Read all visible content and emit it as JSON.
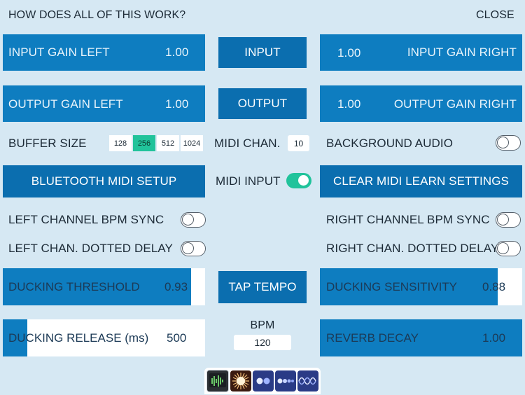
{
  "header": {
    "title": "HOW DOES ALL OF THIS WORK?",
    "close_label": "CLOSE"
  },
  "gain": {
    "input_left": {
      "label": "INPUT GAIN LEFT",
      "value": "1.00"
    },
    "input_button": "INPUT",
    "input_right": {
      "label": "INPUT GAIN RIGHT",
      "value": "1.00"
    },
    "output_left": {
      "label": "OUTPUT GAIN LEFT",
      "value": "1.00"
    },
    "output_button": "OUTPUT",
    "output_right": {
      "label": "OUTPUT GAIN RIGHT",
      "value": "1.00"
    }
  },
  "buffer": {
    "label": "BUFFER SIZE",
    "options": [
      "128",
      "256",
      "512",
      "1024"
    ],
    "selected": "256"
  },
  "midi": {
    "channel_label": "MIDI CHAN.",
    "channel_value": "10",
    "input_label": "MIDI INPUT",
    "input_on": true
  },
  "background_audio": {
    "label": "BACKGROUND AUDIO",
    "on": false
  },
  "bluetooth_button": "BLUETOOTH MIDI SETUP",
  "clear_button": "CLEAR MIDI LEARN SETTINGS",
  "sync": {
    "left_bpm": "LEFT CHANNEL BPM SYNC",
    "right_bpm": "RIGHT CHANNEL BPM SYNC",
    "left_dotted": "LEFT CHAN. DOTTED DELAY",
    "right_dotted": "RIGHT CHAN. DOTTED DELAY"
  },
  "ducking": {
    "threshold": {
      "label": "DUCKING THRESHOLD",
      "value": "0.93",
      "level": 0.93
    },
    "sensitivity": {
      "label": "DUCKING SENSITIVITY",
      "value": "0.88",
      "level": 0.88
    },
    "release": {
      "label": "DUCKING RELEASE (ms)",
      "value": "500",
      "level": 0.12
    }
  },
  "tap_tempo": "TAP TEMPO",
  "bpm": {
    "label": "BPM",
    "value": "120"
  },
  "reverb": {
    "label": "REVERB DECAY",
    "value": "1.00",
    "level": 1.0
  },
  "tabs": [
    "waveform-app-icon",
    "starburst-app-icon",
    "two-dots-app-icon",
    "multi-dots-app-icon",
    "sine-wave-app-icon"
  ],
  "colors": {
    "accent": "#0e7dc0",
    "toggle_on": "#21c39b",
    "background": "#d6e8f3"
  }
}
